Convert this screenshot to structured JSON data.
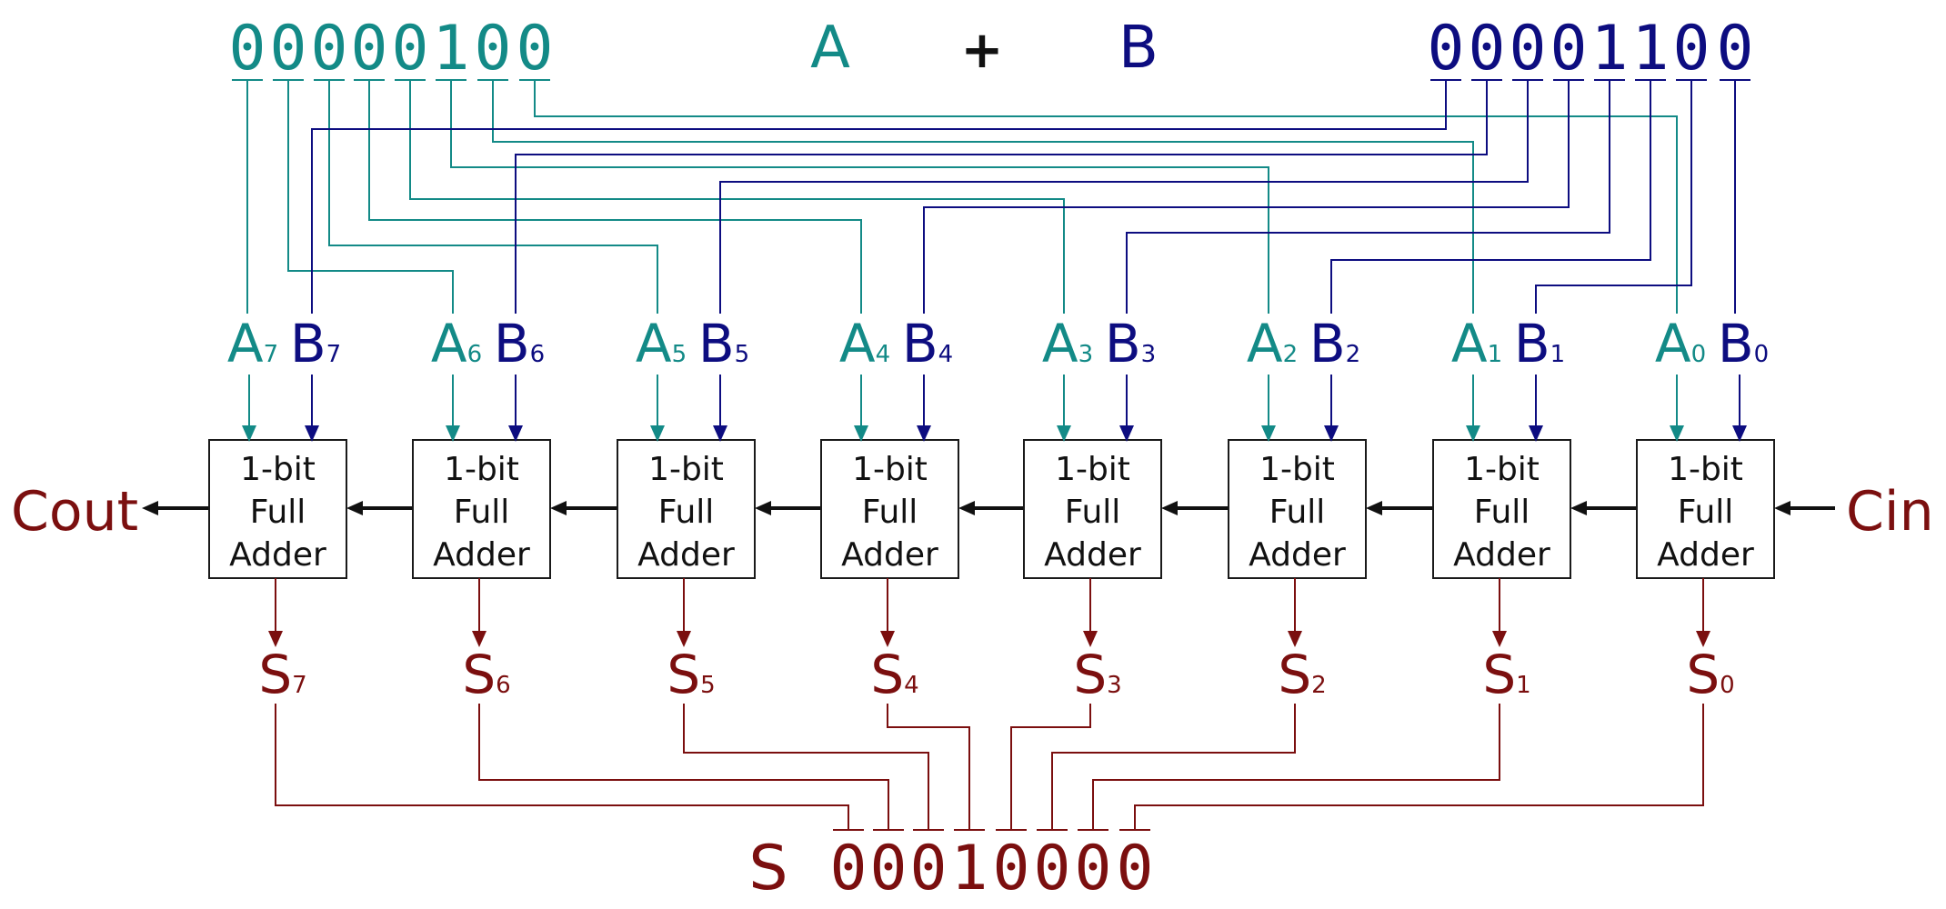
{
  "colors": {
    "a": "#138a87",
    "b": "#0d0d80",
    "sum": "#7b0f0f",
    "carry": "#111111",
    "box": "#1a1a1a"
  },
  "header": {
    "a_bits": [
      "0",
      "0",
      "0",
      "0",
      "0",
      "1",
      "0",
      "0"
    ],
    "b_bits": [
      "0",
      "0",
      "0",
      "0",
      "1",
      "1",
      "0",
      "0"
    ],
    "a_label": "A",
    "plus": "+",
    "b_label": "B"
  },
  "adders": [
    {
      "a_label": "A",
      "a_sub": "7",
      "b_label": "B",
      "b_sub": "7",
      "box_lines": [
        "1-bit",
        "Full",
        "Adder"
      ],
      "s_label": "S",
      "s_sub": "7"
    },
    {
      "a_label": "A",
      "a_sub": "6",
      "b_label": "B",
      "b_sub": "6",
      "box_lines": [
        "1-bit",
        "Full",
        "Adder"
      ],
      "s_label": "S",
      "s_sub": "6"
    },
    {
      "a_label": "A",
      "a_sub": "5",
      "b_label": "B",
      "b_sub": "5",
      "box_lines": [
        "1-bit",
        "Full",
        "Adder"
      ],
      "s_label": "S",
      "s_sub": "5"
    },
    {
      "a_label": "A",
      "a_sub": "4",
      "b_label": "B",
      "b_sub": "4",
      "box_lines": [
        "1-bit",
        "Full",
        "Adder"
      ],
      "s_label": "S",
      "s_sub": "4"
    },
    {
      "a_label": "A",
      "a_sub": "3",
      "b_label": "B",
      "b_sub": "3",
      "box_lines": [
        "1-bit",
        "Full",
        "Adder"
      ],
      "s_label": "S",
      "s_sub": "3"
    },
    {
      "a_label": "A",
      "a_sub": "2",
      "b_label": "B",
      "b_sub": "2",
      "box_lines": [
        "1-bit",
        "Full",
        "Adder"
      ],
      "s_label": "S",
      "s_sub": "2"
    },
    {
      "a_label": "A",
      "a_sub": "1",
      "b_label": "B",
      "b_sub": "1",
      "box_lines": [
        "1-bit",
        "Full",
        "Adder"
      ],
      "s_label": "S",
      "s_sub": "1"
    },
    {
      "a_label": "A",
      "a_sub": "0",
      "b_label": "B",
      "b_sub": "0",
      "box_lines": [
        "1-bit",
        "Full",
        "Adder"
      ],
      "s_label": "S",
      "s_sub": "0"
    }
  ],
  "carry_in": "Cin",
  "carry_out": "Cout",
  "result": {
    "label": "S",
    "bits": [
      "0",
      "0",
      "0",
      "1",
      "0",
      "0",
      "0",
      "0"
    ]
  }
}
